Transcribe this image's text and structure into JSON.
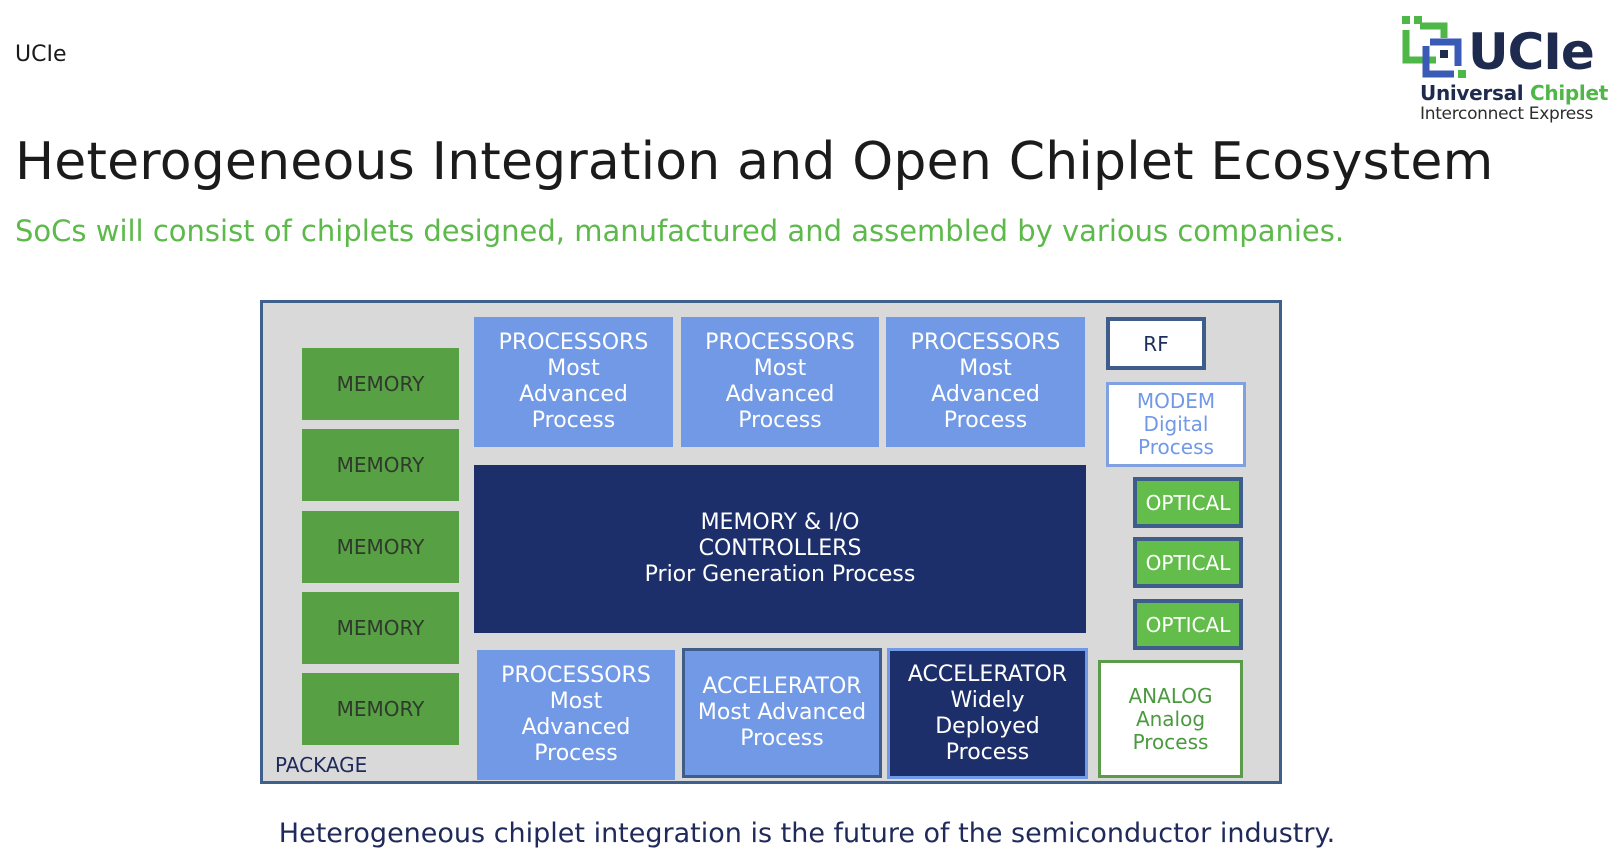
{
  "header": {
    "label": "UCIe",
    "title": "Heterogeneous Integration and Open Chiplet Ecosystem",
    "subtitle": "SoCs will consist of chiplets designed, manufactured and assembled by various companies."
  },
  "logo": {
    "icon": "ucie-chiplet-logo-icon",
    "wordmark": "UCIe",
    "line1_part1": "Universal",
    "line1_part2": "Chiplet",
    "line2": "Interconnect Express"
  },
  "diagram": {
    "package_label": "PACKAGE",
    "memory": [
      "MEMORY",
      "MEMORY",
      "MEMORY",
      "MEMORY",
      "MEMORY"
    ],
    "processors_top": [
      {
        "line1": "PROCESSORS",
        "line2": "Most",
        "line3": "Advanced",
        "line4": "Process"
      },
      {
        "line1": "PROCESSORS",
        "line2": "Most",
        "line3": "Advanced",
        "line4": "Process"
      },
      {
        "line1": "PROCESSORS",
        "line2": "Most",
        "line3": "Advanced",
        "line4": "Process"
      }
    ],
    "controller": {
      "line1": "MEMORY & I/O",
      "line2": "CONTROLLERS",
      "line3": "Prior Generation Process"
    },
    "processor_bottom": {
      "line1": "PROCESSORS",
      "line2": "Most",
      "line3": "Advanced",
      "line4": "Process"
    },
    "accelerator_advanced": {
      "line1": "ACCELERATOR",
      "line2": "Most Advanced",
      "line3": "Process"
    },
    "accelerator_deployed": {
      "line1": "ACCELERATOR",
      "line2": "Widely",
      "line3": "Deployed",
      "line4": "Process"
    },
    "rf": "RF",
    "modem": {
      "line1": "MODEM",
      "line2": "Digital",
      "line3": "Process"
    },
    "optical": [
      "OPTICAL",
      "OPTICAL",
      "OPTICAL"
    ],
    "analog": {
      "line1": "ANALOG",
      "line2": "Analog",
      "line3": "Process"
    }
  },
  "caption": "Heterogeneous chiplet integration is the future of the semiconductor industry.",
  "colors": {
    "memory": "#58a044",
    "processor": "#7199e6",
    "controller": "#1c2f6b",
    "optical": "#62bd4a",
    "package": "#d9d9d9",
    "subtitle": "#5cb94a"
  }
}
